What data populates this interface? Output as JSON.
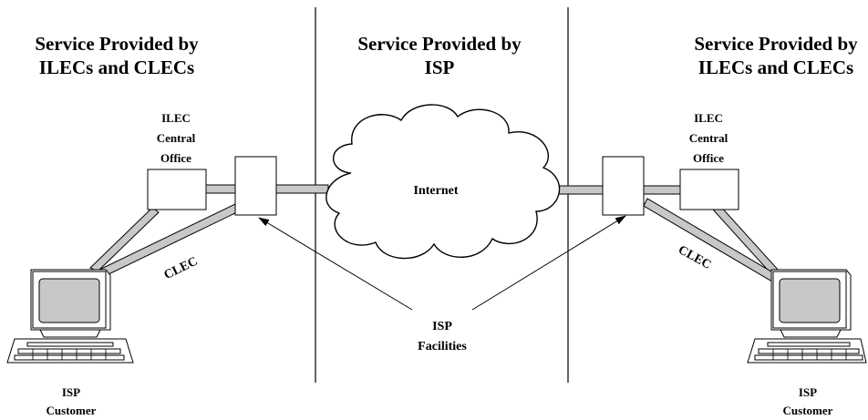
{
  "colors": {
    "line": "#000000",
    "link_fill": "#c8c8c8",
    "screen_fill": "#c8c8c8",
    "background": "#ffffff"
  },
  "zones": {
    "left": {
      "heading": [
        "Service Provided by",
        "ILECs and CLECs"
      ]
    },
    "middle": {
      "heading": [
        "Service Provided by",
        "ISP"
      ]
    },
    "right": {
      "heading": [
        "Service Provided by",
        "ILECs and CLECs"
      ]
    }
  },
  "left": {
    "central_office_label": [
      "ILEC",
      "Central",
      "Office"
    ],
    "clec_label": "CLEC",
    "customer_label": [
      "ISP",
      "Customer"
    ]
  },
  "right": {
    "central_office_label": [
      "ILEC",
      "Central",
      "Office"
    ],
    "clec_label": "CLEC",
    "customer_label": [
      "ISP",
      "Customer"
    ]
  },
  "cloud": {
    "label": "Internet"
  },
  "facilities": {
    "label": [
      "ISP",
      "Facilities"
    ]
  },
  "icons": [
    "computer-icon",
    "keyboard-icon",
    "cloud-icon",
    "arrow-icon"
  ]
}
